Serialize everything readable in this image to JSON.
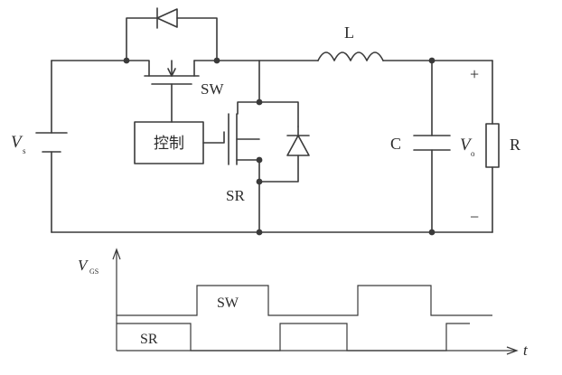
{
  "labels": {
    "input_source": "V",
    "input_source_sub": "s",
    "switch_sw": "SW",
    "switch_sr": "SR",
    "controller": "控制",
    "inductor": "L",
    "capacitor": "C",
    "output_voltage": "V",
    "output_voltage_sub": "o",
    "resistor": "R",
    "plus": "+",
    "minus": "−"
  },
  "timing": {
    "y_axis": "V",
    "y_axis_sub": "GS",
    "x_axis": "t",
    "sw_label": "SW",
    "sr_label": "SR"
  },
  "colors": {
    "line": "#3a3a3a",
    "text": "#2a2a2a",
    "background": "#ffffff"
  }
}
